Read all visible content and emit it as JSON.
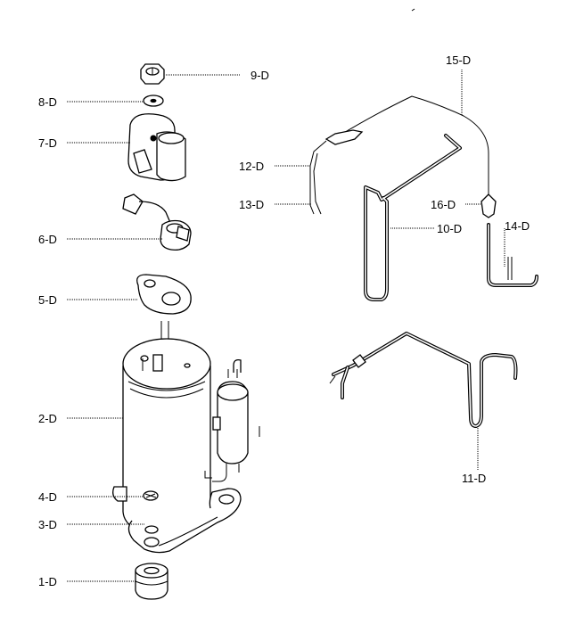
{
  "diagram": {
    "labels": {
      "p1": "1-D",
      "p2": "2-D",
      "p3": "3-D",
      "p4": "4-D",
      "p5": "5-D",
      "p6": "6-D",
      "p7": "7-D",
      "p8": "8-D",
      "p9": "9-D",
      "p10": "10-D",
      "p11": "11-D",
      "p12": "12-D",
      "p13": "13-D",
      "p14": "14-D",
      "p15": "15-D",
      "p16": "16-D"
    }
  }
}
